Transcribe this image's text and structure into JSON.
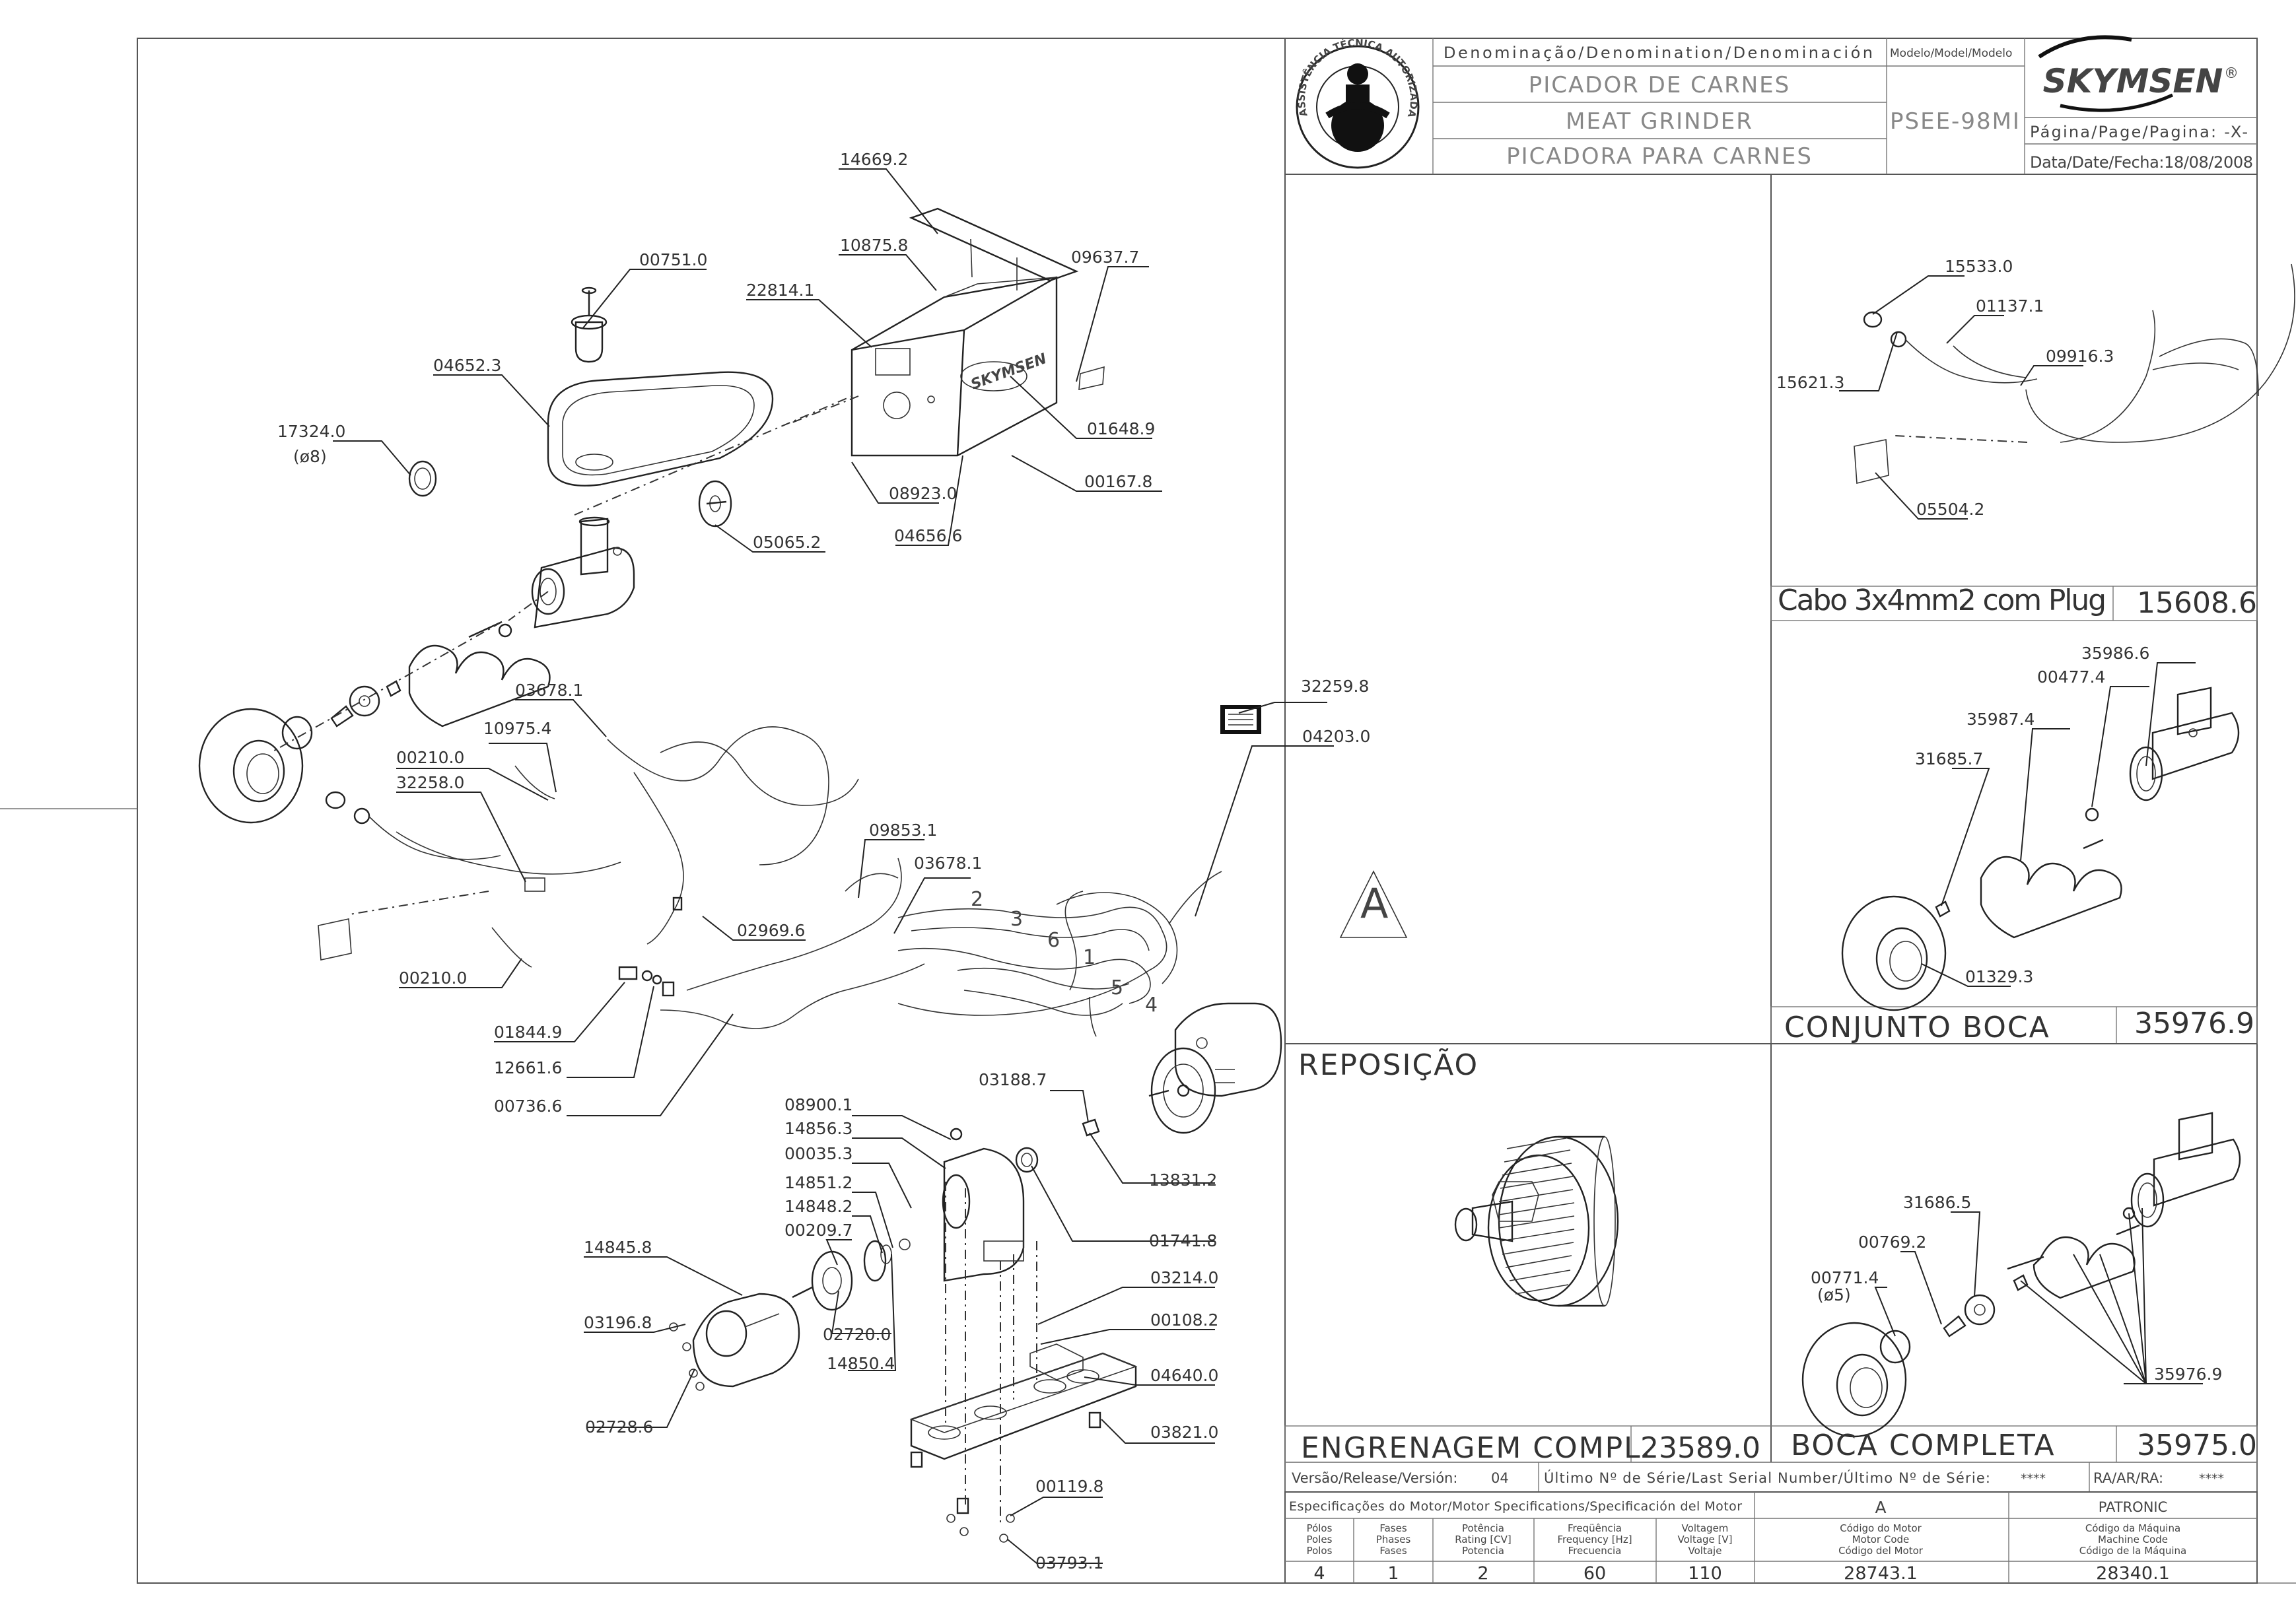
{
  "header": {
    "denomination_label": "Denominação/Denomination/Denominación",
    "model_label": "Modelo/Model/Modelo",
    "name_pt": "PICADOR DE CARNES",
    "name_en": "MEAT GRINDER",
    "name_es": "PICADORA PARA CARNES",
    "model_value": "PSEE-98MI",
    "brand": "SKYMSEN",
    "brand_mark": "®",
    "page_label": "Página/Page/Pagina: -X-",
    "date_label": "Data/Date/Fecha:18/08/2008",
    "seal_text": "ASSISTÊNCIA TÉCNICA AUTORIZADA"
  },
  "main_parts": [
    "14669.2",
    "10875.8",
    "09637.7",
    "22814.1",
    "00751.0",
    "04652.3",
    "17324.0",
    "(ø8)",
    "01648.9",
    "08923.0",
    "00167.8",
    "04656.6",
    "05065.2",
    "32259.8",
    "04203.0",
    "03678.1",
    "10975.4",
    "00210.0",
    "32258.0",
    "09853.1",
    "03678.1",
    "02969.6",
    "00210.0",
    "01844.9",
    "12661.6",
    "00736.6",
    "03188.7",
    "13831.2",
    "01741.8",
    "08900.1",
    "14856.3",
    "00035.3",
    "14851.2",
    "14848.2",
    "00209.7",
    "14845.8",
    "03196.8",
    "02720.0",
    "14850.4",
    "02728.6",
    "03214.0",
    "00108.2",
    "04640.0",
    "03821.0",
    "00119.8",
    "03793.1"
  ],
  "wire_numbers": [
    "2",
    "3",
    "6",
    "1",
    "5",
    "4"
  ],
  "view_marker": "A",
  "cable_panel": {
    "parts": [
      "15533.0",
      "01137.1",
      "15621.3",
      "09916.3",
      "05504.2"
    ],
    "title": "Cabo 3x4mm2 com Plug",
    "code": "15608.6"
  },
  "boca_set_panel": {
    "parts": [
      "35986.6",
      "00477.4",
      "35987.4",
      "31685.7",
      "01329.3"
    ],
    "title": "CONJUNTO BOCA",
    "code": "35976.9"
  },
  "reposicao_panel": {
    "heading": "REPOSIÇÃO",
    "title": "ENGRENAGEM COMPL.",
    "code": "23589.0"
  },
  "boca_complete_panel": {
    "parts": [
      "31686.5",
      "00769.2",
      "00771.4",
      "(ø5)",
      "35976.9"
    ],
    "title": "BOCA COMPLETA",
    "code": "35975.0"
  },
  "release_row": {
    "version_label": "Versão/Release/Versión:",
    "version_value": "04",
    "serial_label": "Último Nº de Série/Last Serial Number/Último Nº de Série:",
    "serial_value": "****",
    "ra_label": "RA/AR/RA:",
    "ra_value": "****"
  },
  "motor_specs": {
    "title": "Especificações do Motor/Motor Specifications/Specificación del Motor",
    "columns": [
      {
        "header": [
          "Pólos",
          "Poles",
          "Polos"
        ],
        "value": "4"
      },
      {
        "header": [
          "Fases",
          "Phases",
          "Fases"
        ],
        "value": "1"
      },
      {
        "header": [
          "Potência",
          "Rating [CV]",
          "Potencia"
        ],
        "value": "2"
      },
      {
        "header": [
          "Freqüência",
          "Frequency [Hz]",
          "Frecuencia"
        ],
        "value": "60"
      },
      {
        "header": [
          "Voltagem",
          "Voltage [V]",
          "Voltaje"
        ],
        "value": "110"
      }
    ],
    "motor_letter": "A",
    "motor_code_header": [
      "Código do Motor",
      "Motor Code",
      "Código del Motor"
    ],
    "motor_code": "28743.1",
    "machine_label": "PATRONIC",
    "machine_code_header": [
      "Código da Máquina",
      "Machine Code",
      "Código de la Máquina"
    ],
    "machine_code": "28340.1"
  }
}
